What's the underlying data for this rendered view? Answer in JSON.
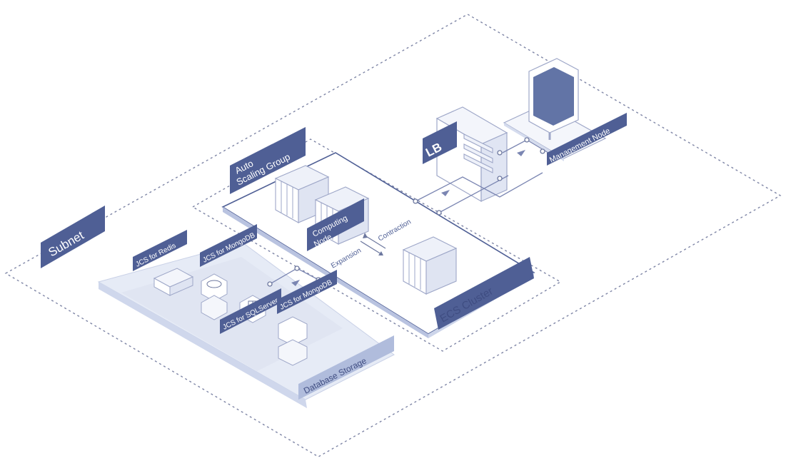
{
  "diagram": {
    "regions": {
      "subnet": "Subnet",
      "auto_scaling_group": [
        "Auto",
        "Scaling Group"
      ],
      "ecs_cluster": "ECS Cluster",
      "database_storage": "Database Storage"
    },
    "nodes": {
      "lb": "LB",
      "management_node": "Management Node",
      "computing_node": [
        "Computing",
        "Node"
      ]
    },
    "databases": {
      "redis": "JCS for Redis",
      "mongodb_1": "JCS for MongoDB",
      "sqlserver": "JCS for SQLServer",
      "mongodb_2": "JCS for MongoDB"
    },
    "scaling": {
      "contraction": "Contraction",
      "expansion": "Expansion"
    }
  },
  "colors": {
    "label_bg": "#4f5f95",
    "label_text": "#ffffff",
    "dashed_line": "#7f86a6",
    "platform_fill": "#dde3f1",
    "platform_edge": "#aeb8d6",
    "device_stroke": "#9ea7c8"
  },
  "icons": [
    "server-rack-icon",
    "monitor-icon",
    "database-cylinder-icon",
    "load-balancer-icon",
    "connector-arrow-icon"
  ]
}
